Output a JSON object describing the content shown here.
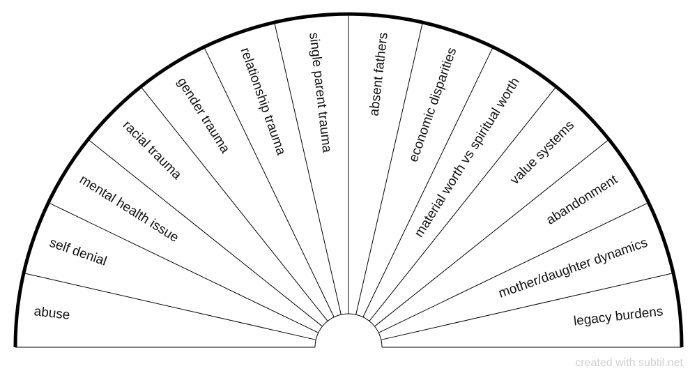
{
  "chart": {
    "segments": [
      "abuse",
      "self denial",
      "mental health issue",
      "racial trauma",
      "gender trauma",
      "relationship trauma",
      "single parent trauma",
      "absent fathers",
      "economic disparities",
      "material worth vs spiritual worth",
      "value systems",
      "abandonment",
      "mother/daughter dynamics",
      "legacy burdens"
    ]
  },
  "footer": {
    "text": "created with subtil.net"
  },
  "colors": {
    "stroke": "#000000",
    "text": "#111111",
    "footer": "#cfcfcf",
    "background": "#ffffff"
  }
}
